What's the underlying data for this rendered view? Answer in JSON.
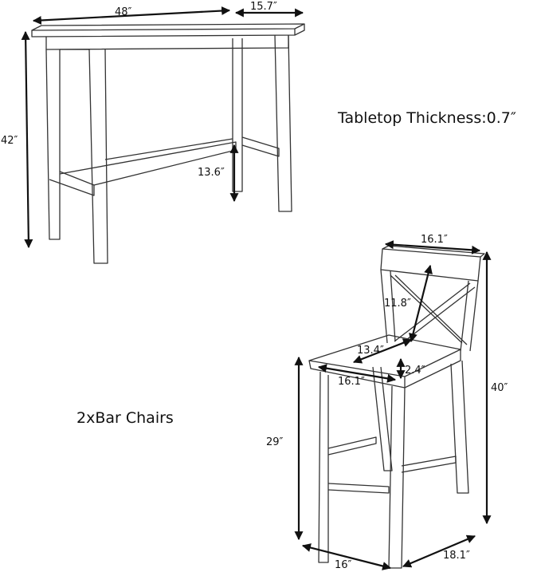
{
  "table": {
    "width_label": "48″",
    "depth_label": "15.7″",
    "height_label": "42″",
    "footrest_label": "13.6″"
  },
  "tabletop_note": "Tabletop Thickness:0.7″",
  "chairs_note": "2xBar Chairs",
  "chair": {
    "back_width_label": "16.1″",
    "back_height_label": "11.8″",
    "seat_depth_label": "13.4″",
    "seat_front_label": "16.1″",
    "seat_thickness_label": "2.4″",
    "seat_height_label": "29″",
    "total_height_label": "40″",
    "base_width_label": "16″",
    "base_depth_label": "18.1″"
  }
}
